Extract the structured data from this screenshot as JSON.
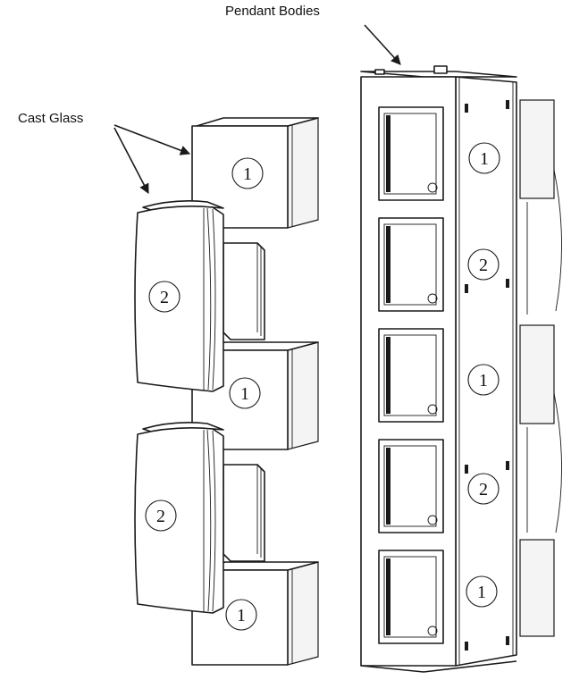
{
  "labels": {
    "pendant_bodies": "Pendant Bodies",
    "cast_glass": "Cast Glass"
  },
  "glass_callouts": [
    "1",
    "2",
    "1",
    "2",
    "1"
  ],
  "body_callouts": [
    "1",
    "2",
    "1",
    "2",
    "1"
  ]
}
